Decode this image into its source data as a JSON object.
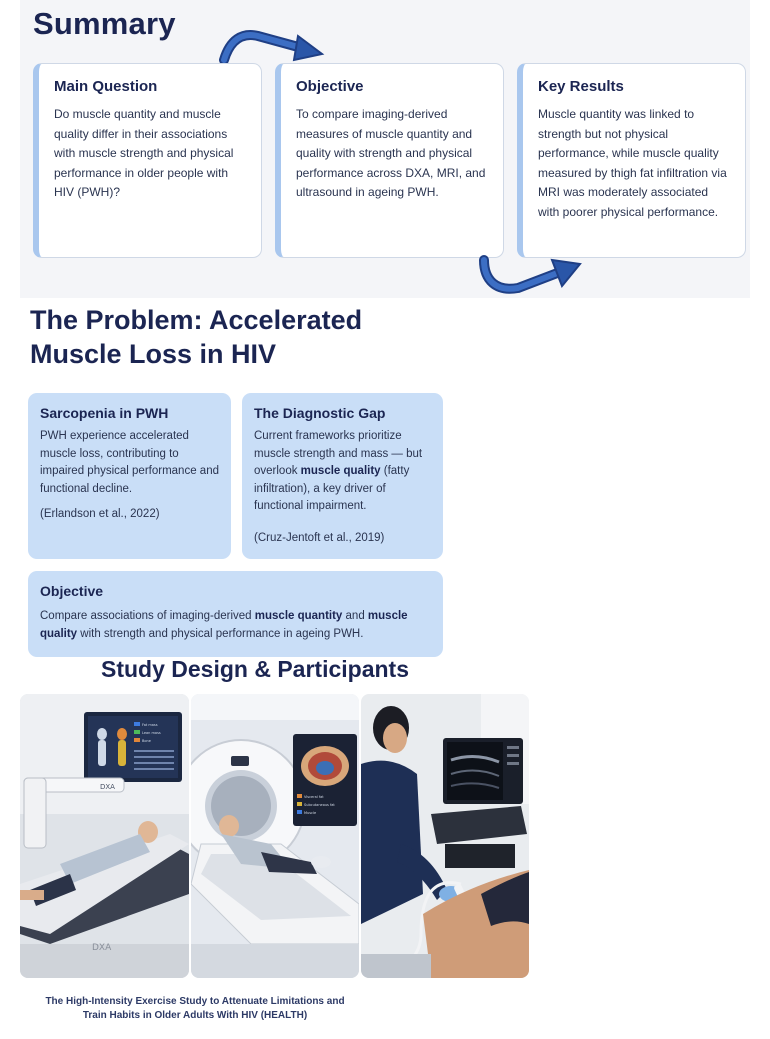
{
  "summary": {
    "title": "Summary",
    "cards": [
      {
        "heading": "Main Question",
        "text": "Do muscle quantity and muscle quality differ in their associations with muscle strength and physical performance in older people with HIV (PWH)?"
      },
      {
        "heading": "Objective",
        "text": "To compare imaging-derived measures of muscle quantity and quality with strength and physical performance across DXA, MRI, and ultrasound in ageing PWH."
      },
      {
        "heading": "Key Results",
        "text": "Muscle quantity was linked to strength but not physical performance, while muscle quality measured by thigh fat infiltration via MRI was moderately associated with poorer physical performance."
      }
    ]
  },
  "problem": {
    "title": "The Problem: Accelerated Muscle Loss in HIV",
    "sarcopenia": {
      "heading": "Sarcopenia in PWH",
      "text": "PWH experience accelerated muscle loss, contributing to impaired physical performance and functional decline.",
      "citation": "(Erlandson et al., 2022)"
    },
    "gap": {
      "heading": "The Diagnostic Gap",
      "text_before": "Current frameworks prioritize muscle strength and mass — but overlook ",
      "text_bold": "muscle quality",
      "text_after": " (fatty infiltration), a key driver of functional impairment.",
      "citation": "(Cruz-Jentoft et al., 2019)"
    },
    "objective": {
      "heading": "Objective",
      "text_1": "Compare associations of imaging-derived ",
      "bold_1": "muscle quantity",
      "text_2": " and ",
      "bold_2": "muscle quality",
      "text_3": " with strength and physical performance in ageing PWH."
    }
  },
  "study": {
    "title": "Study Design & Participants",
    "dxa_label": "DXA",
    "dxa_legend": [
      "Fat mass",
      "Lean mass",
      "Bone"
    ],
    "mri_legend": [
      "Visceral fat",
      "Subcutaneous fat",
      "Muscle"
    ],
    "caption_line1": "The High-Intensity Exercise Study to Attenuate Limitations and",
    "caption_line2": "Train Habits in Older Adults With HIV (HEALTH)"
  },
  "colors": {
    "navy": "#1b2552",
    "card_accent": "#a9c7ee",
    "problem_card_bg": "#c9def7",
    "arrow": "#2a56a8"
  }
}
